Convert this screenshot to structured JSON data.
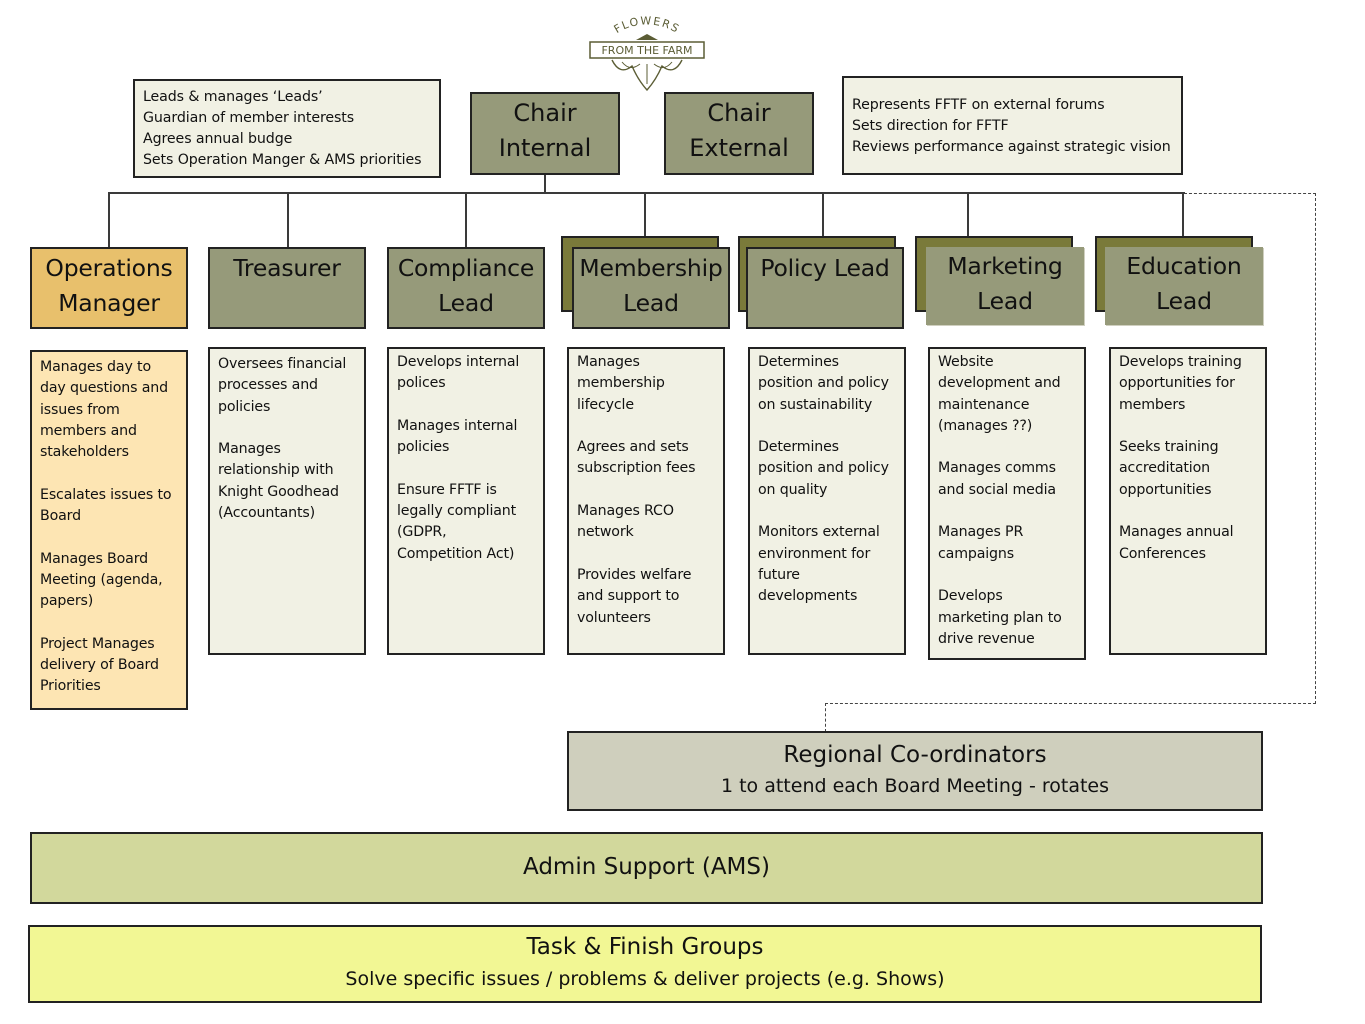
{
  "logo": {
    "arc_text": "FLOWERS",
    "banner_text": "FROM THE FARM"
  },
  "chair_internal": {
    "title_line1": "Chair",
    "title_line2": "Internal",
    "notes": [
      "Leads & manages ‘Leads’",
      "Guardian of member interests",
      "Agrees annual budge",
      "Sets Operation Manger & AMS priorities"
    ]
  },
  "chair_external": {
    "title_line1": "Chair",
    "title_line2": "External",
    "notes": [
      "Represents FFTF on external forums",
      "Sets direction for FFTF",
      "Reviews performance against strategic vision"
    ]
  },
  "roles": [
    {
      "title_line1": "Operations",
      "title_line2": "Manager",
      "responsibilities": [
        "Manages day to day questions and issues from members and stakeholders",
        "Escalates issues to Board",
        "Manages Board Meeting (agenda, papers)",
        "Project Manages delivery of Board Priorities"
      ]
    },
    {
      "title_line1": "Treasurer",
      "title_line2": "",
      "responsibilities": [
        "Oversees financial processes and policies",
        "Manages relationship with Knight Goodhead (Accountants)"
      ]
    },
    {
      "title_line1": "Compliance",
      "title_line2": "Lead",
      "responsibilities": [
        "Develops internal polices",
        "Manages internal policies",
        "Ensure FFTF is legally compliant (GDPR, Competition Act)"
      ]
    },
    {
      "title_line1": "Membership",
      "title_line2": "Lead",
      "responsibilities": [
        "Manages membership lifecycle",
        "Agrees and sets subscription fees",
        "Manages RCO network",
        "Provides welfare and support to volunteers"
      ]
    },
    {
      "title_line1": "Policy Lead",
      "title_line2": "",
      "responsibilities": [
        "Determines position and policy on sustainability",
        "Determines position and policy on quality",
        "Monitors external environment for future developments"
      ]
    },
    {
      "title_line1": "Marketing",
      "title_line2": "Lead",
      "responsibilities": [
        "Website development and maintenance (manages ??)",
        "Manages comms and social media",
        "Manages PR campaigns",
        "Develops marketing plan to drive revenue"
      ]
    },
    {
      "title_line1": "Education",
      "title_line2": "Lead",
      "responsibilities": [
        "Develops training opportunities for members",
        "Seeks training accreditation opportunities",
        "Manages annual Conferences"
      ]
    }
  ],
  "regional": {
    "title": "Regional Co-ordinators",
    "subtitle": "1 to attend each Board Meeting - rotates"
  },
  "admin": {
    "title": "Admin Support (AMS)"
  },
  "task_finish": {
    "title": "Task & Finish Groups",
    "subtitle": "Solve specific issues / problems & deliver projects (e.g. Shows)"
  },
  "colors": {
    "role_fill": "#969a7a",
    "role_back_fill": "#7a7a3a",
    "ops_fill": "#e8c06c",
    "ops_desc_fill": "#fde5b3",
    "note_fill": "#f1f1e4",
    "regional_fill": "#cfcfbd",
    "admin_fill": "#d2d89c",
    "task_fill": "#f2f794"
  }
}
